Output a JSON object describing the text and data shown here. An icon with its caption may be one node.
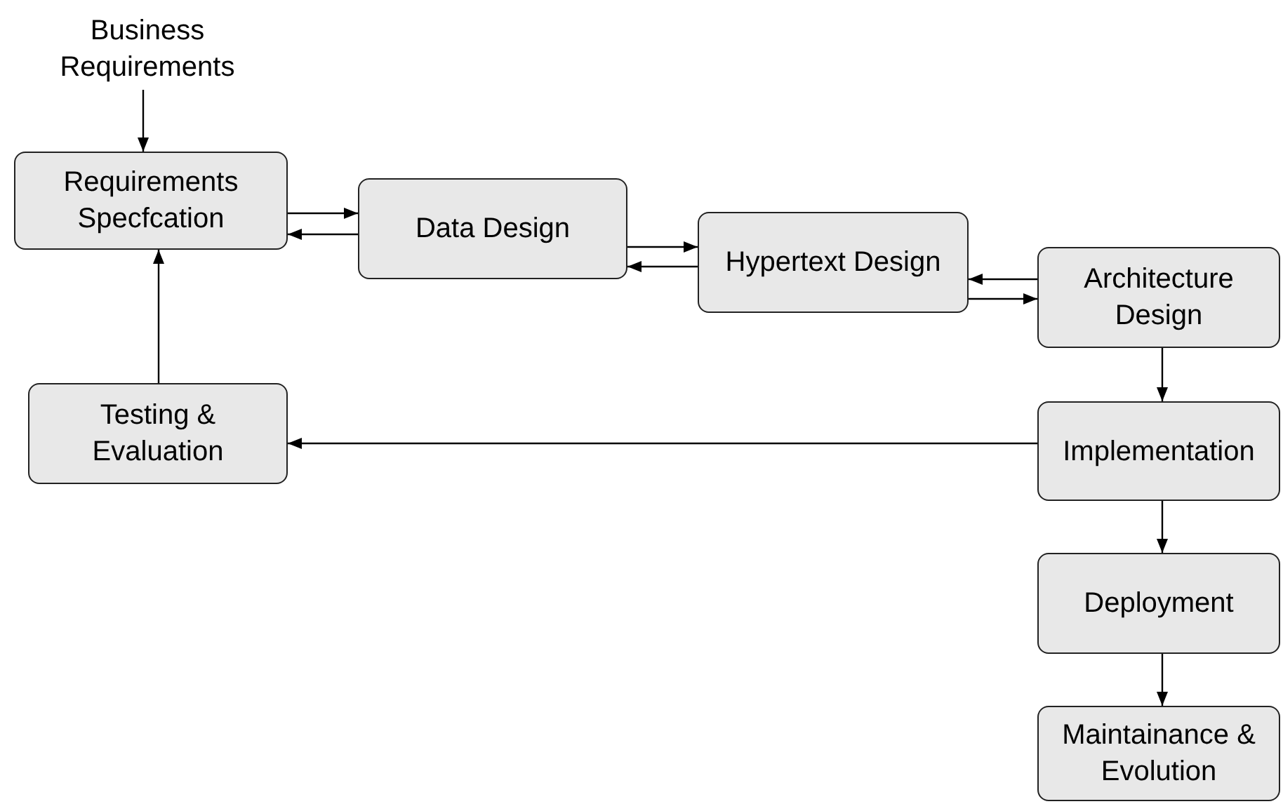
{
  "diagram": {
    "nodes": [
      {
        "text": [
          "Business Requirements"
        ]
      },
      {
        "text": [
          "Requirements Specfcation"
        ]
      },
      {
        "text": [
          "Data Design"
        ]
      },
      {
        "text": [
          "Hypertext Design"
        ]
      },
      {
        "text": [
          "Architecture Design"
        ]
      },
      {
        "text": [
          "Testing & Evaluation"
        ]
      },
      {
        "text": [
          "Implementation"
        ]
      },
      {
        "text": [
          "Deployment"
        ]
      },
      {
        "text": [
          "Maintainance & Evolution"
        ]
      }
    ],
    "edges": [
      {
        "from": 0,
        "to": 1,
        "arrow": "to"
      },
      {
        "from": 1,
        "to": 2,
        "arrow": "to"
      },
      {
        "from": 2,
        "to": 1,
        "arrow": "to"
      },
      {
        "from": 2,
        "to": 3,
        "arrow": "to"
      },
      {
        "from": 3,
        "to": 2,
        "arrow": "to"
      },
      {
        "from": 4,
        "to": 3,
        "arrow": "to"
      },
      {
        "from": 3,
        "to": 4,
        "arrow": "to"
      },
      {
        "from": 4,
        "to": 6,
        "arrow": "to"
      },
      {
        "from": 6,
        "to": 5,
        "arrow": "to"
      },
      {
        "from": 5,
        "to": 1,
        "arrow": "to"
      },
      {
        "from": 6,
        "to": 7,
        "arrow": "to"
      },
      {
        "from": 7,
        "to": 8,
        "arrow": "to"
      }
    ]
  }
}
